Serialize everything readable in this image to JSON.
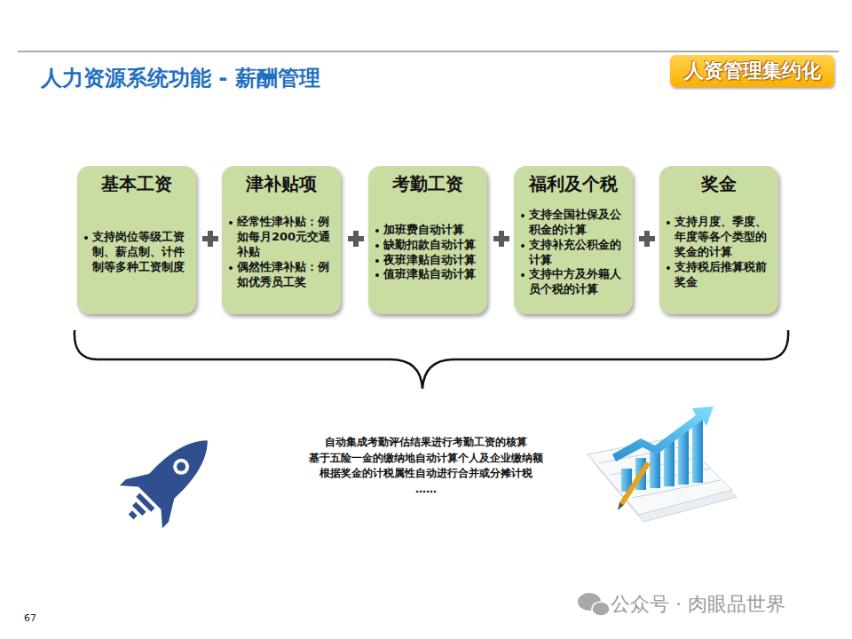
{
  "diagram": {
    "title": "人力资源系统功能 - 薪酬管理",
    "nodes": [
      {
        "text": [
          "人资管理集约化"
        ]
      },
      {
        "text": [
          "基本工资",
          "支持岗位等级工资制、薪点制、计件制等多种工资制度"
        ]
      },
      {
        "text": [
          "津补贴项",
          "经常性津补贴：例如每月200元交通补贴",
          "偶然性津补贴：例如优秀员工奖"
        ]
      },
      {
        "text": [
          "考勤工资",
          "加班费自动计算",
          "缺勤扣款自动计算",
          "夜班津贴自动计算",
          "值班津贴自动计算"
        ]
      },
      {
        "text": [
          "福利及个税",
          "支持全国社保及公积金的计算",
          "支持补充公积金的计算",
          "支持中方及外籍人员个税的计算"
        ]
      },
      {
        "text": [
          "奖金",
          "支持月度、季度、年度等各个类型的奖金的计算",
          "支持税后推算税前奖金"
        ]
      }
    ],
    "edges": [],
    "labels": [
      "自动集成考勤评估结果进行考勤工资的核算",
      "基于五险一金的缴纳地自动计算个人及企业缴纳额",
      "根据奖金的计税属性自动进行合并或分摊计税",
      "……",
      "67",
      "公众号 · 肉眼品世界"
    ]
  }
}
